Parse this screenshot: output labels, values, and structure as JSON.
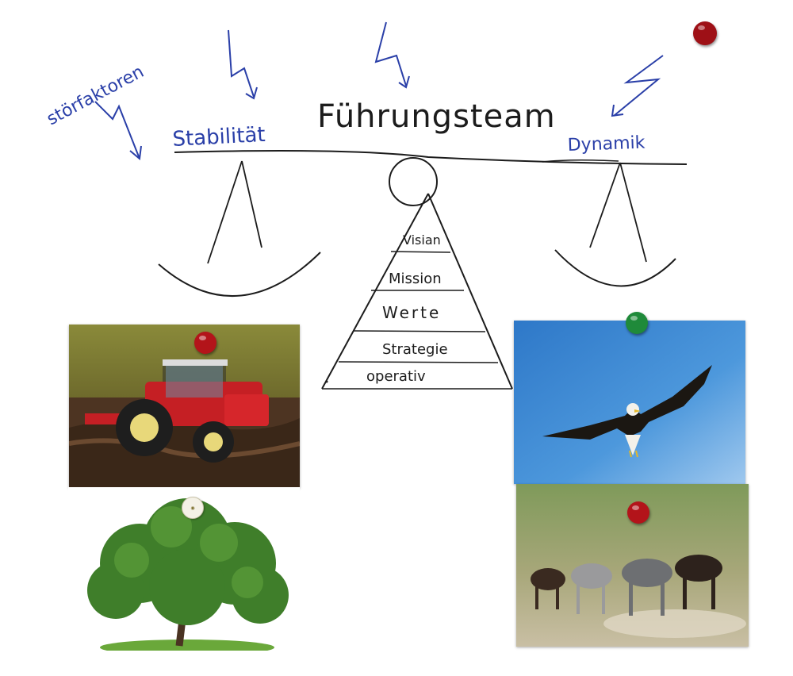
{
  "diagram": {
    "title": "Führungsteam",
    "left_label": "Stabilität",
    "right_label": "Dynamik",
    "disturbance_label": "störfaktoren",
    "pyramid_levels": [
      "Visian",
      "Mission",
      "Werte",
      "Strategie",
      "operativ"
    ]
  },
  "photos": {
    "tractor": {
      "alt": "tractor-photo"
    },
    "tree": {
      "alt": "tree-photo"
    },
    "eagle": {
      "alt": "eagle-photo"
    },
    "horses": {
      "alt": "horses-photo"
    }
  },
  "colors": {
    "marker_blue": "#2a3fa8",
    "marker_black": "#1c1c1c",
    "magnet_red": "#b3141a",
    "magnet_green": "#1f8a3a"
  }
}
